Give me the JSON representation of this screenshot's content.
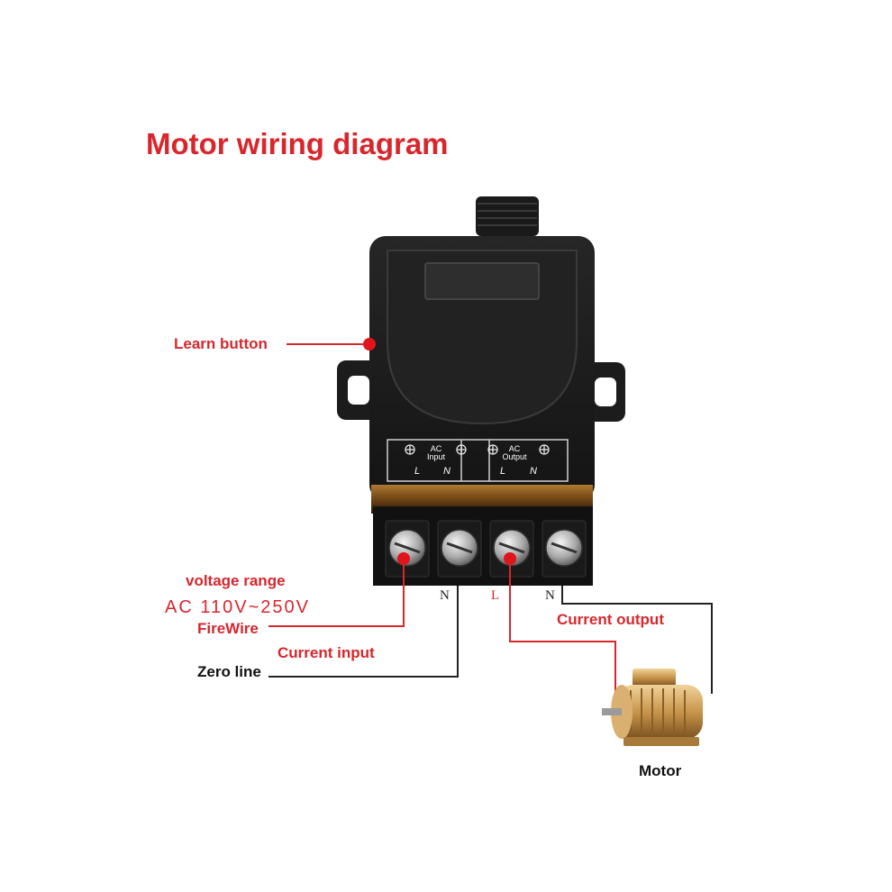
{
  "title": "Motor wiring diagram",
  "labels": {
    "learn_button": "Learn button",
    "voltage_range": "voltage range",
    "voltage_value": "AC 110V~250V",
    "firewire": "FireWire",
    "current_input": "Current input",
    "zero_line": "Zero line",
    "current_output": "Current output",
    "motor": "Motor"
  },
  "terminal_labels": {
    "n1": "N",
    "l": "L",
    "n2": "N"
  },
  "panel": {
    "ac_input_line1": "AC",
    "ac_input_line2": "Input",
    "ac_output_line1": "AC",
    "ac_output_line2": "Output",
    "in_l": "L",
    "in_n": "N",
    "out_l": "L",
    "out_n": "N"
  },
  "colors": {
    "accent_red": "#d8262c",
    "wire_black": "#222222",
    "body": "#1c1c1c",
    "amber_strip": "#8a5a1c",
    "motor_gold": "#c8954a"
  },
  "icons": [
    "relay-module-icon",
    "antenna-icon",
    "screw-terminal-icon",
    "motor-icon"
  ]
}
